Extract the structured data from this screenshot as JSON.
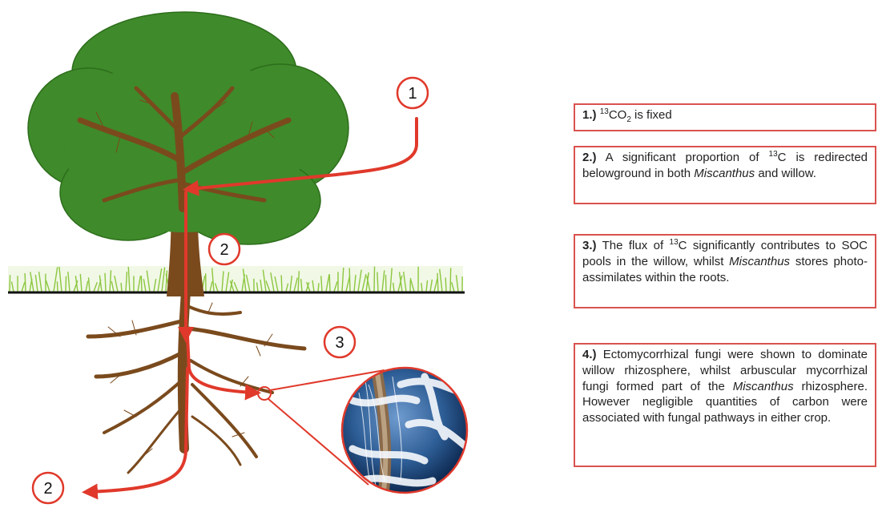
{
  "markers": [
    {
      "id": "m1",
      "label": "1"
    },
    {
      "id": "m2a",
      "label": "2"
    },
    {
      "id": "m2b",
      "label": "2"
    },
    {
      "id": "m3",
      "label": "3"
    }
  ],
  "boxes": [
    {
      "num": "1.)",
      "iso": "13",
      "pre": "",
      "post": "CO",
      "sub": "2",
      "text": " is fixed"
    },
    {
      "num": "2.)",
      "iso": "13",
      "pre": " A significant proportion of ",
      "post": "C is redirected belowground in both ",
      "em": "Miscanthus",
      "text": " and willow."
    },
    {
      "num": "3.)",
      "iso": "13",
      "pre": " The flux of ",
      "post": "C significantly contributes to SOC pools in the willow, whilst ",
      "em": "Miscanthus",
      "text": " stores photo-assimilates within the roots."
    },
    {
      "num": "4.)",
      "pre": " Ectomycorrhizal fungi were shown to dominate willow rhizosphere, whilst arbuscular mycorrhizal fungi formed part of the ",
      "em": "Miscanthus",
      "text": " rhizosphere. However negligible quantities of carbon were associated with fungal pathways in either crop."
    }
  ],
  "colors": {
    "canopy": "#3f8a2a",
    "trunk": "#7a4a1d",
    "arrow": "#e0392b",
    "grass": "#8cc63f",
    "ground_line": "#111111",
    "box_border": "#d9534f"
  }
}
